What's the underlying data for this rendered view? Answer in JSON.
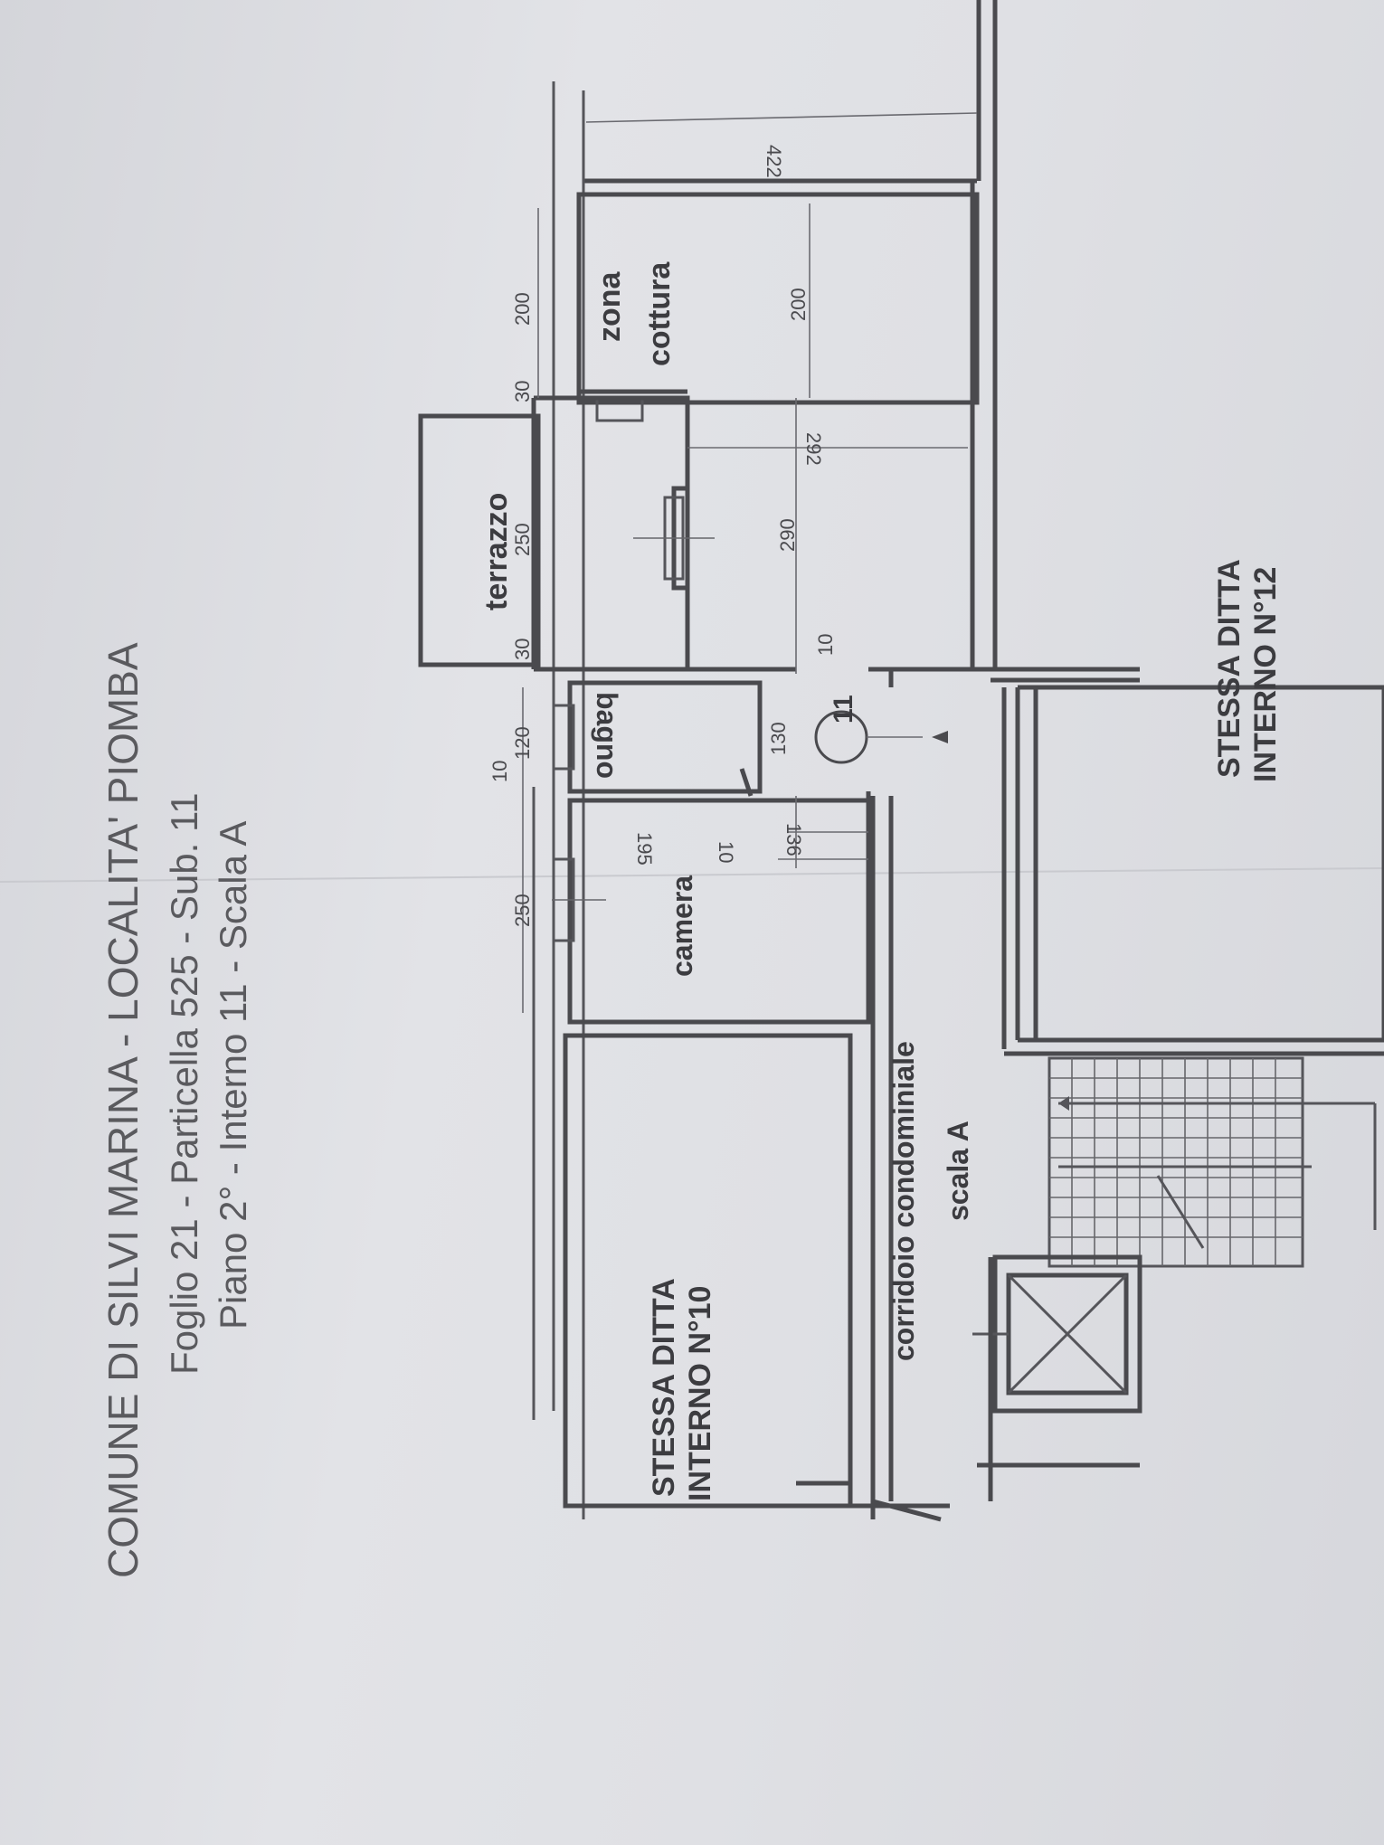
{
  "header": {
    "line1": "COMUNE DI SILVI MARINA - LOCALITA' PIOMBA",
    "line2": "Foglio 21 - Particella 525 - Sub. 11",
    "line3": "Piano 2° - Interno 11 - Scala A"
  },
  "rooms": {
    "terrazzo": "terrazzo",
    "zona": "zona",
    "cottura": "cottura",
    "bagno": "bagno",
    "camera": "camera",
    "corridoio_1": "corridoio condominiale",
    "corridoio_2": "scala A",
    "stessa_ditta_10_a": "STESSA DITTA",
    "stessa_ditta_10_b": "INTERNO N°10",
    "stessa_ditta_12_a": "STESSA DITTA",
    "stessa_ditta_12_b": "INTERNO N°12",
    "unit_number": "11"
  },
  "dimensions": {
    "d422": "422",
    "d200_top": "200",
    "d30_top": "30",
    "d250_terrazzo": "250",
    "d30_bottom": "30",
    "d200_inner": "200",
    "d292": "292",
    "d290": "290",
    "d10_right": "10",
    "d120": "120",
    "d10_left": "10",
    "d130": "130",
    "d195": "195",
    "d10_camera": "10",
    "d136": "136",
    "d250_camera": "250"
  }
}
